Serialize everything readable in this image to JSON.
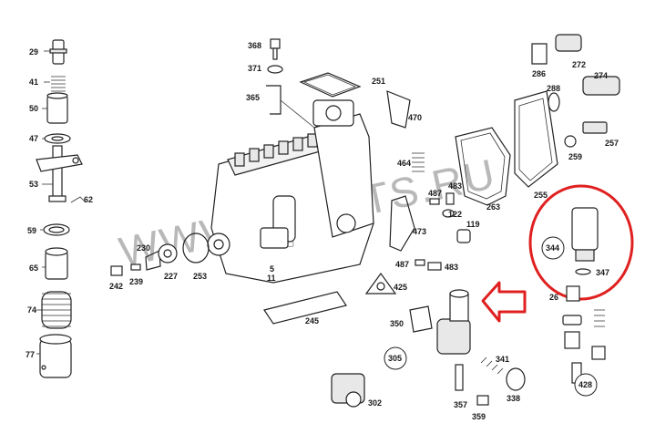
{
  "watermark": "WWW.ELCATS.RU",
  "part_labels": {
    "p29": "29",
    "p41": "41",
    "p50": "50",
    "p47": "47",
    "p53": "53",
    "p62": "62",
    "p59": "59",
    "p65": "65",
    "p74": "74",
    "p77": "77",
    "p368": "368",
    "p371": "371",
    "p365": "365",
    "p251": "251",
    "p470": "470",
    "p464": "464",
    "p487a": "487",
    "p483a": "483",
    "p122": "122",
    "p119": "119",
    "p473": "473",
    "p487b": "487",
    "p483b": "483",
    "p263": "263",
    "p286": "286",
    "p272": "272",
    "p274": "274",
    "p288": "288",
    "p257": "257",
    "p259": "259",
    "p255": "255",
    "p344": "344",
    "p347": "347",
    "p26": "26",
    "p428": "428",
    "p230": "230",
    "p242": "242",
    "p239": "239",
    "p227": "227",
    "p253": "253",
    "p5": "5",
    "p11": "11",
    "p425": "425",
    "p245": "245",
    "p350": "350",
    "p305": "305",
    "p341": "341",
    "p338": "338",
    "p357": "357",
    "p359": "359",
    "p302": "302"
  },
  "highlight": {
    "circle_color": "#e02020",
    "arrow_color": "#e02020"
  }
}
